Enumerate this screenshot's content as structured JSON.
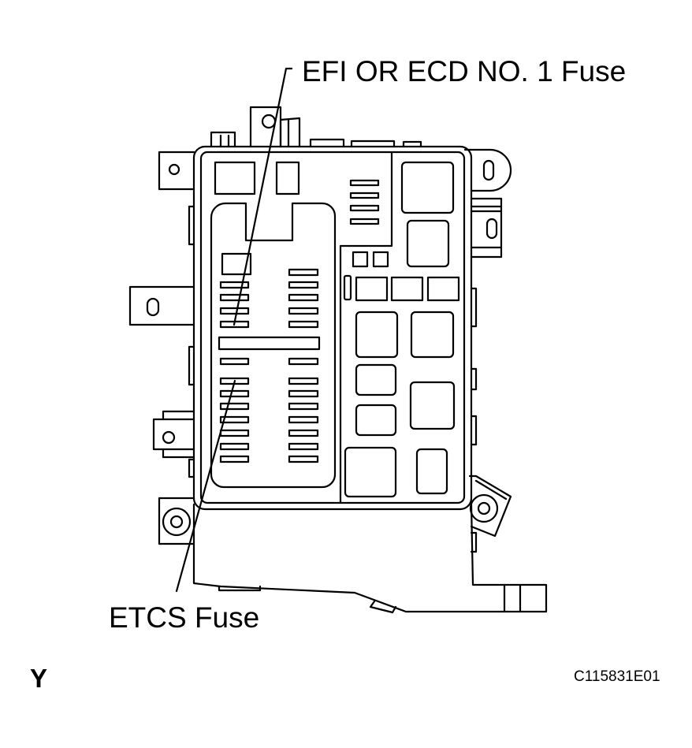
{
  "labels": {
    "efi_fuse": "EFI OR ECD NO. 1 Fuse",
    "etcs_fuse": "ETCS Fuse",
    "view_marker": "Y",
    "figure_code": "C115831E01"
  },
  "colors": {
    "line": "#000000",
    "background": "#ffffff"
  }
}
